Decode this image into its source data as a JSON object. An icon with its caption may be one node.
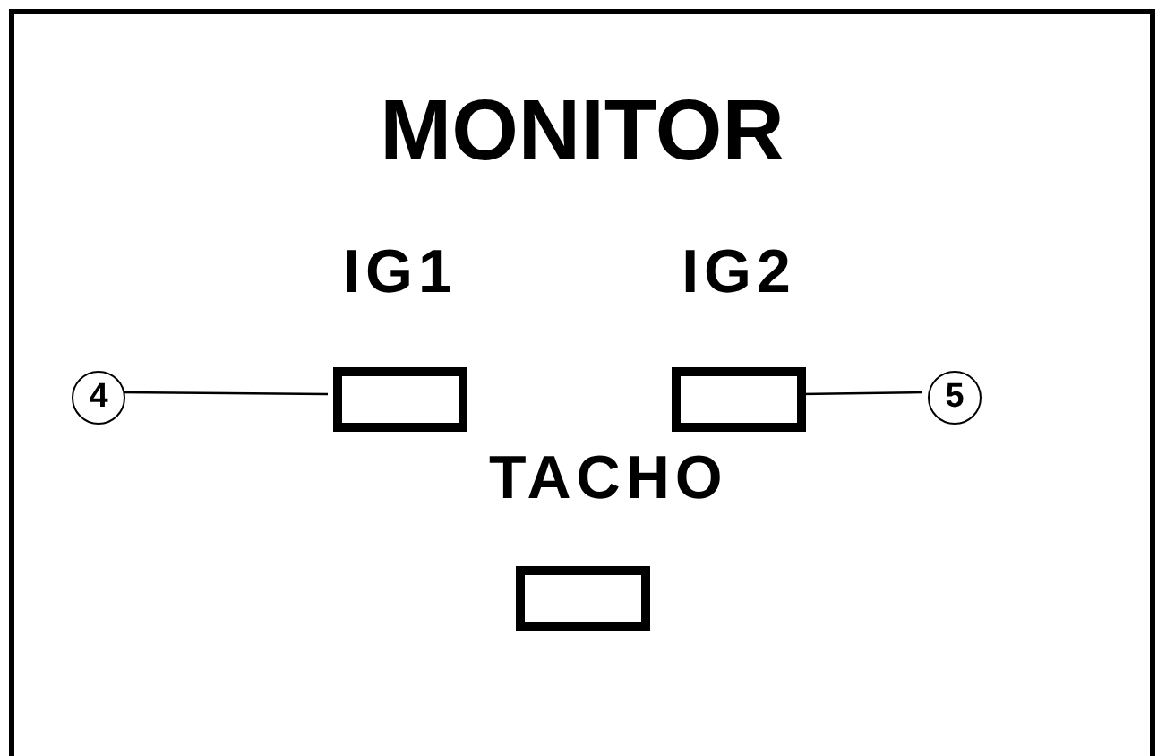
{
  "diagram": {
    "nodes": [
      {
        "text": [
          "MONITOR"
        ]
      },
      {
        "text": [
          "IG1"
        ],
        "in": 0
      },
      {
        "text": [
          "IG2"
        ],
        "in": 0
      },
      {
        "text": [
          "TACHO"
        ],
        "in": 0
      },
      {
        "text": [
          "4"
        ],
        "in": 0
      },
      {
        "text": [
          "5"
        ],
        "in": 0
      }
    ],
    "edges": [
      {
        "from": 4,
        "to": 1,
        "arrow": "none"
      },
      {
        "from": 5,
        "to": 2,
        "arrow": "none"
      }
    ]
  }
}
